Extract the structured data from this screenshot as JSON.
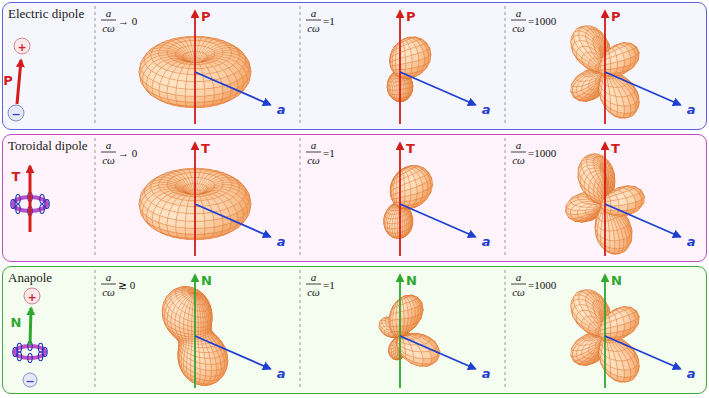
{
  "diagram": {
    "nodes": [
      {
        "text": [
          "Electric dipole"
        ]
      },
      {
        "text": [
          "Toroidal dipole"
        ]
      },
      {
        "text": [
          "Anapole"
        ]
      }
    ],
    "labels": [
      "+",
      "P",
      "−",
      "a",
      "cω",
      "→ 0",
      "P",
      "a",
      "a",
      "cω",
      "=1",
      "P",
      "a",
      "a",
      "cω",
      "=1000",
      "P",
      "a",
      "T",
      "a",
      "cω",
      "→ 0",
      "T",
      "a",
      "a",
      "cω",
      "=1",
      "T",
      "a",
      "a",
      "cω",
      "=1000",
      "T",
      "a",
      "+",
      "N",
      "−",
      "a",
      "cω",
      "≳ 0",
      "N",
      "a",
      "a",
      "cω",
      "=1",
      "N",
      "a",
      "a",
      "cω",
      "=1000",
      "N",
      "a"
    ]
  }
}
